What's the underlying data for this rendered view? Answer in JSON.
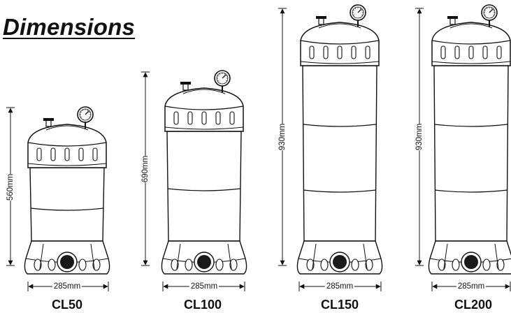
{
  "page": {
    "heading": "Dimensions"
  },
  "filters": [
    {
      "model": "CL50",
      "height_label": "560mm",
      "width_label": "285mm"
    },
    {
      "model": "CL100",
      "height_label": "690mm",
      "width_label": "285mm"
    },
    {
      "model": "CL150",
      "height_label": "930mm",
      "width_label": "285mm"
    },
    {
      "model": "CL200",
      "height_label": "930mm",
      "width_label": "285mm"
    }
  ],
  "colors": {
    "ink": "#111111",
    "body": "#ffffff",
    "port": "#1a1a1a"
  }
}
